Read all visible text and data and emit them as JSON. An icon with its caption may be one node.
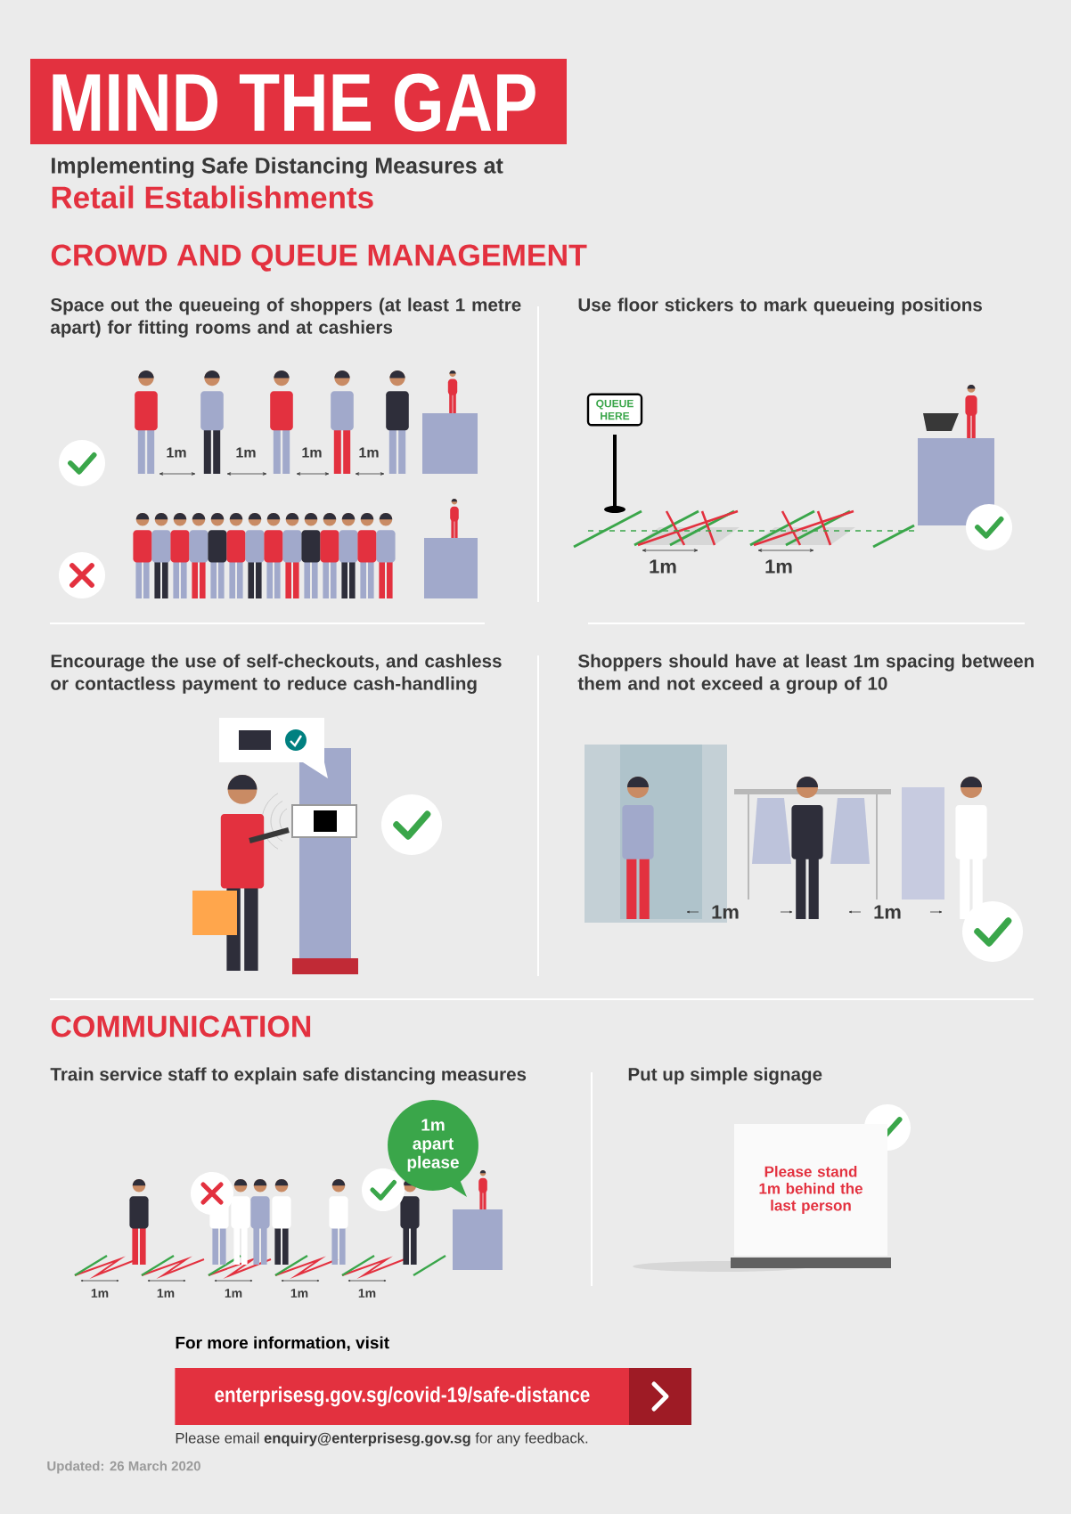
{
  "diagram": {
    "title": "MIND THE GAP",
    "nodes": [
      {
        "text": [
          "QUEUE HERE"
        ]
      },
      {
        "text": [
          "1m apart please"
        ]
      },
      {
        "text": [
          "Please stand 1m behind the last person"
        ]
      },
      {
        "text": [
          "enterprisesg.gov.sg/covid-19/safe-distance"
        ]
      }
    ],
    "labels": [
      "Implementing Safe Distancing Measures at",
      "Retail Establishments",
      "CROWD AND QUEUE MANAGEMENT",
      "Space out the queueing of shoppers (at least 1 metre apart) for fitting rooms and at cashiers",
      "Use floor stickers to mark queueing positions",
      "1m",
      "1m",
      "1m",
      "1m",
      "1m",
      "1m",
      "Encourage the use of self-checkouts, and cashless or contactless payment to reduce cash-handling",
      "Shoppers should have at least 1m spacing between them and not exceed a group of 10",
      "1m",
      "1m",
      "COMMUNICATION",
      "Train service staff to explain safe distancing measures",
      "Put up simple signage",
      "1m",
      "1m",
      "1m",
      "1m",
      "1m",
      "For more information, visit",
      "Please email **enquiry@enterprisesg.gov.sg** for any feedback.",
      "Updated: 26 March 2020"
    ]
  }
}
